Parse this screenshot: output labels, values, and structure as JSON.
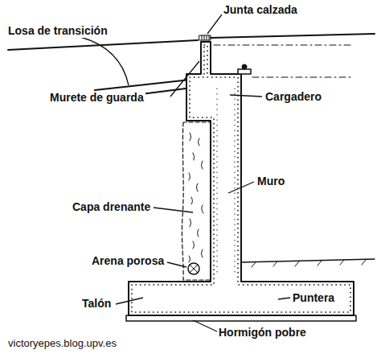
{
  "diagram": {
    "labels": [
      "Losa de transición",
      "Junta calzada",
      "Murete de guarda",
      "Cargadero",
      "Muro",
      "Capa drenante",
      "Arena porosa",
      "Talón",
      "Puntera",
      "Hormigón pobre",
      "victoryepes.blog.upv.es"
    ]
  }
}
